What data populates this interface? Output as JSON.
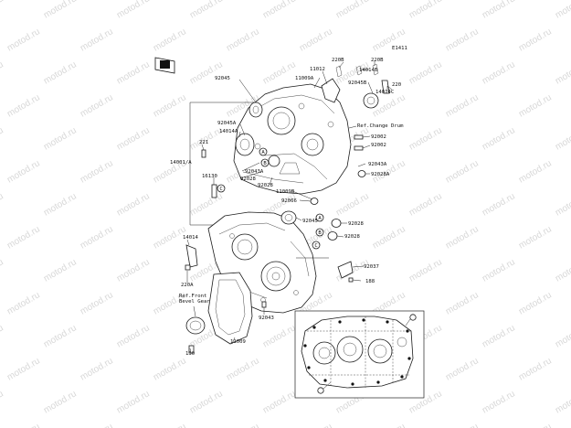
{
  "diagram": {
    "code": "E1411",
    "watermark": "motod.ru",
    "labels": [
      {
        "id": "11012",
        "text": "11012"
      },
      {
        "id": "220B-a",
        "text": "220B"
      },
      {
        "id": "14014B",
        "text": "14014B"
      },
      {
        "id": "220B-b",
        "text": "220B"
      },
      {
        "id": "92045-top",
        "text": "92045"
      },
      {
        "id": "11009A",
        "text": "11009A"
      },
      {
        "id": "92045B",
        "text": "92045B"
      },
      {
        "id": "220",
        "text": "220"
      },
      {
        "id": "14014C",
        "text": "14014C"
      },
      {
        "id": "92045A",
        "text": "92045A"
      },
      {
        "id": "14014A",
        "text": "14014A"
      },
      {
        "id": "ref-change-drum",
        "text": "Ref.Change Drum"
      },
      {
        "id": "221",
        "text": "221"
      },
      {
        "id": "92002-a",
        "text": "92002"
      },
      {
        "id": "92002-b",
        "text": "92002"
      },
      {
        "id": "14001A",
        "text": "14001/A"
      },
      {
        "id": "92043A-a",
        "text": "92043A"
      },
      {
        "id": "92043A-b",
        "text": "92043A"
      },
      {
        "id": "16130",
        "text": "16130"
      },
      {
        "id": "92028-a",
        "text": "92028"
      },
      {
        "id": "92028A",
        "text": "92028A"
      },
      {
        "id": "92028-b",
        "text": "92028"
      },
      {
        "id": "11009B",
        "text": "11009B"
      },
      {
        "id": "92066",
        "text": "92066"
      },
      {
        "id": "92045-mid",
        "text": "92045"
      },
      {
        "id": "92028-c",
        "text": "92028"
      },
      {
        "id": "92028-d",
        "text": "92028"
      },
      {
        "id": "14014",
        "text": "14014"
      },
      {
        "id": "92037",
        "text": "92037"
      },
      {
        "id": "220A",
        "text": "220A"
      },
      {
        "id": "188",
        "text": "188"
      },
      {
        "id": "ref-front-1",
        "text": "Ref.Front"
      },
      {
        "id": "ref-front-2",
        "text": "Bevel Gear"
      },
      {
        "id": "92043",
        "text": "92043"
      },
      {
        "id": "11009",
        "text": "11009"
      },
      {
        "id": "130",
        "text": "130"
      }
    ],
    "callouts": [
      "A",
      "B",
      "C",
      "A",
      "B",
      "C"
    ]
  }
}
